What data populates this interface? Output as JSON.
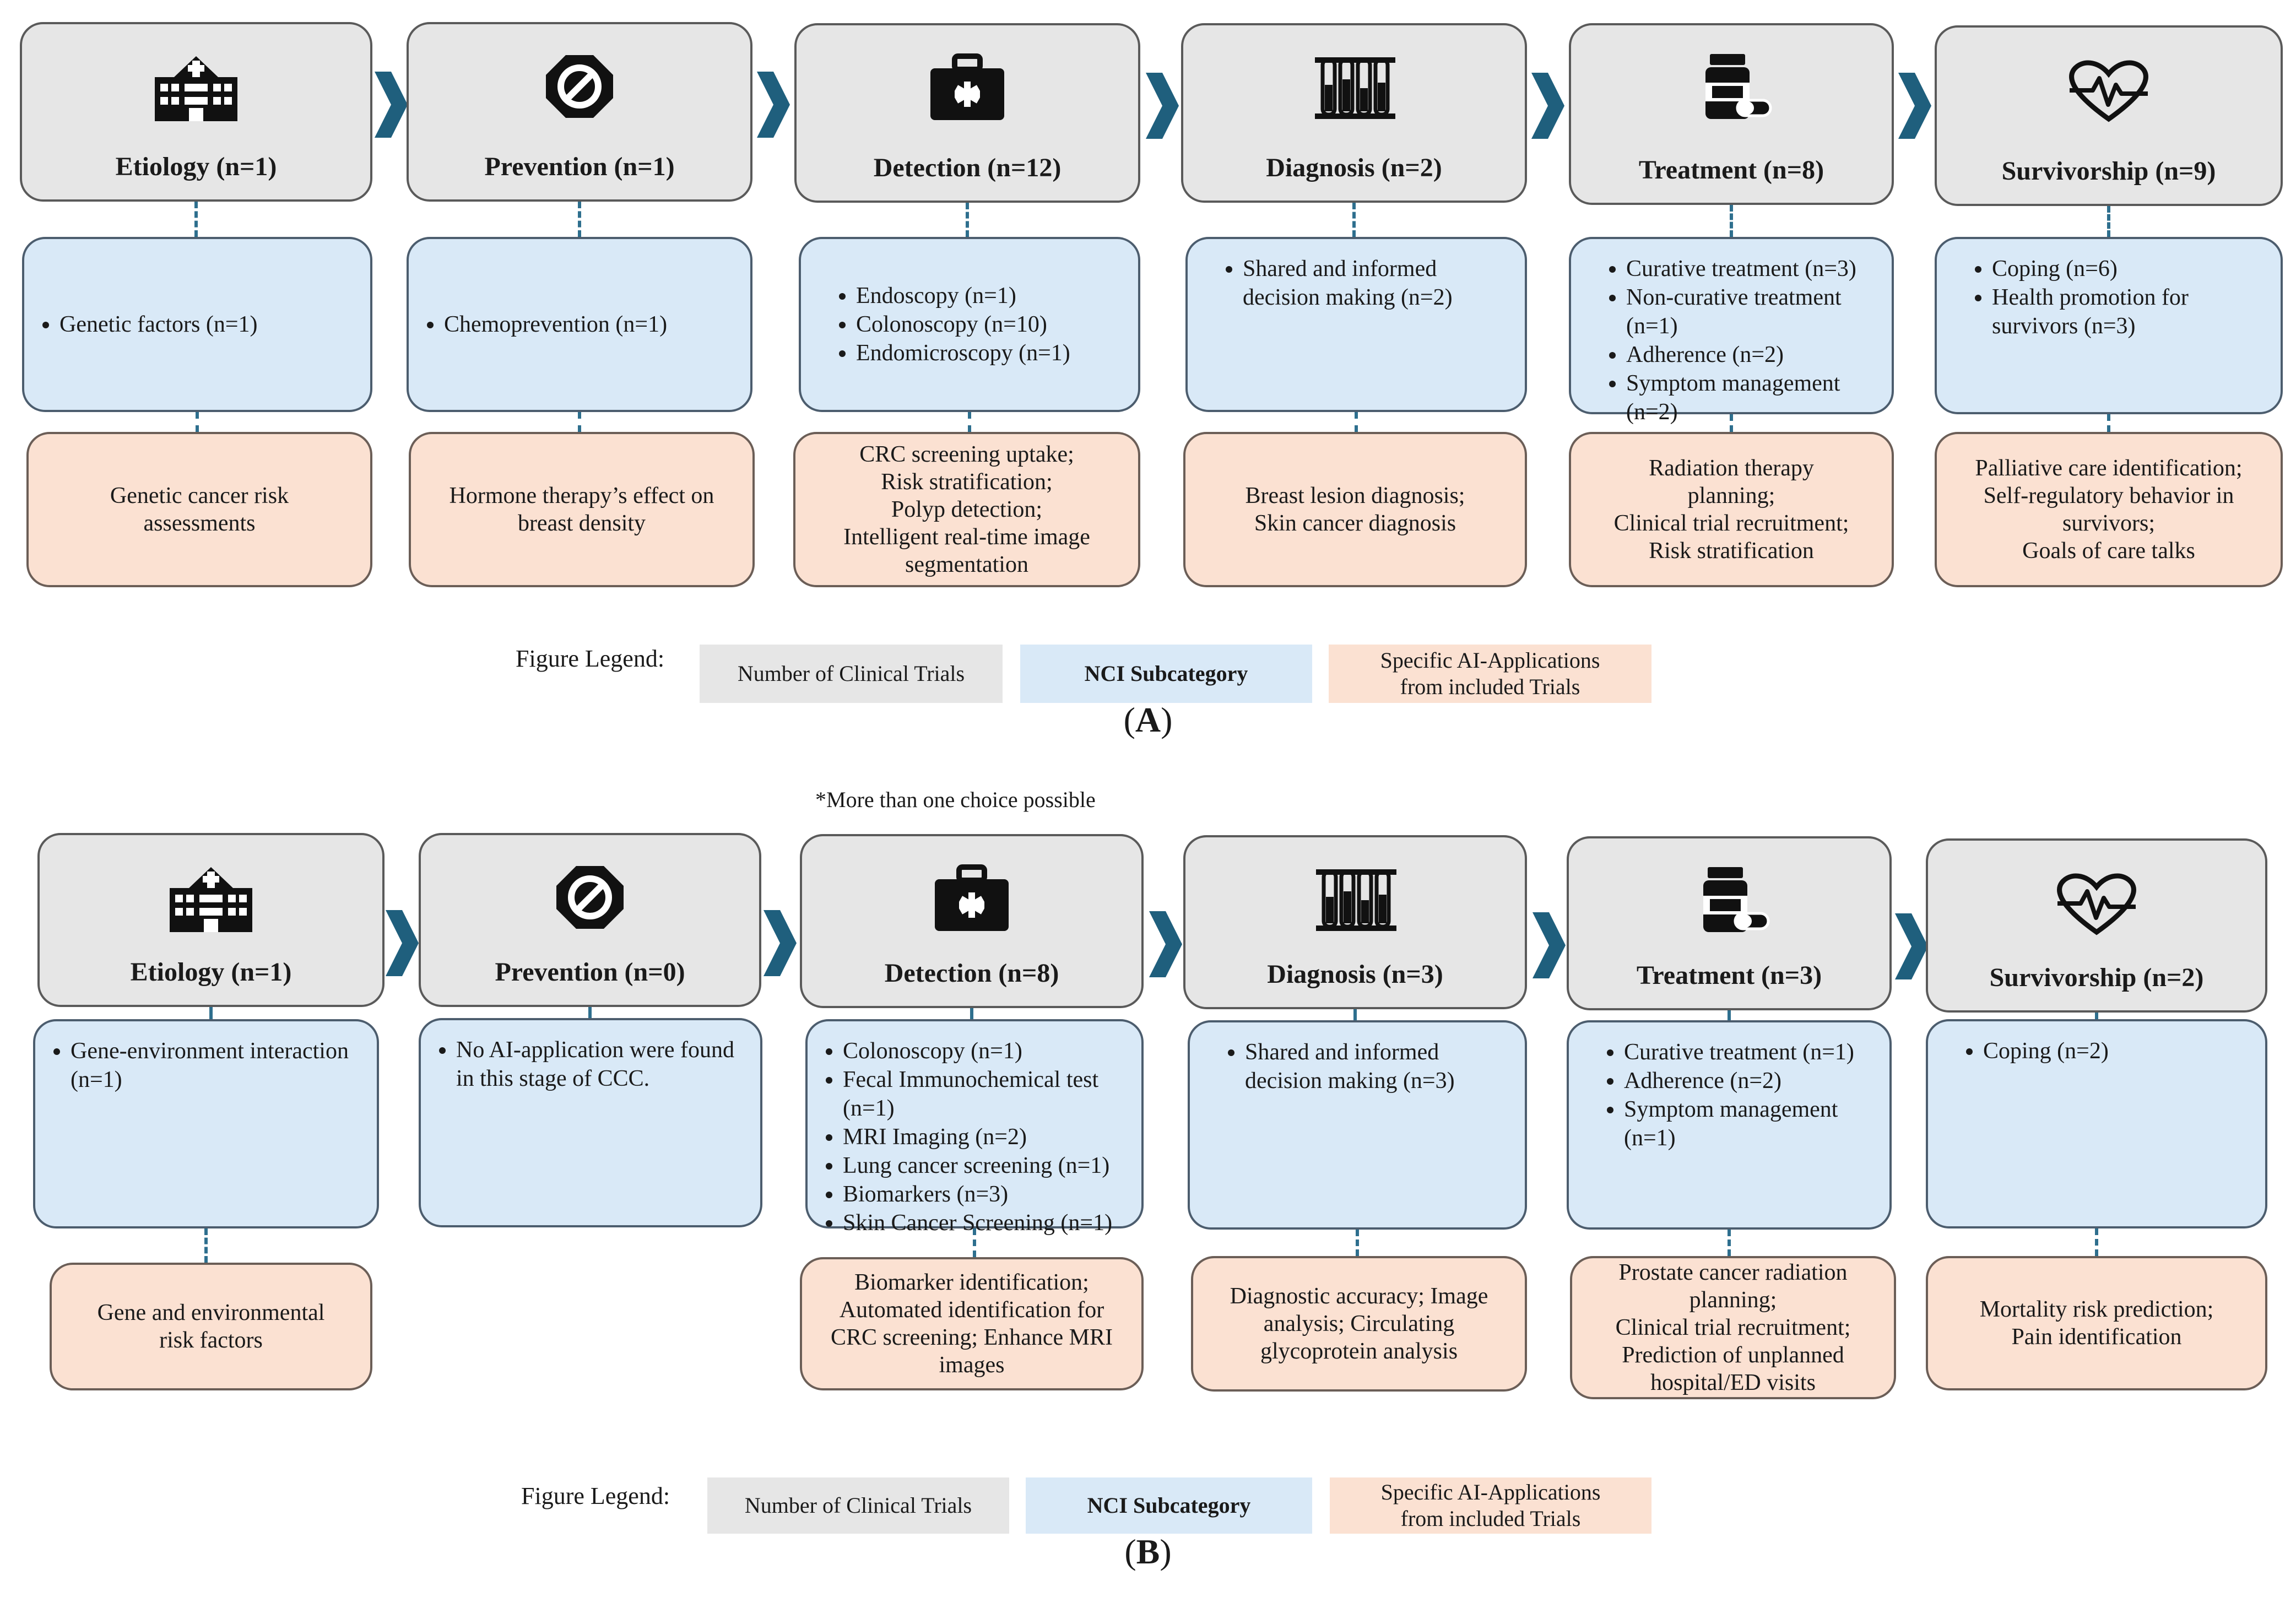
{
  "panelA": {
    "stages": [
      {
        "title": "Etiology (n=1)",
        "icon": "hospital-icon",
        "subs": [
          "Genetic factors (n=1)"
        ],
        "apps": [
          "Genetic cancer risk",
          "assessments"
        ]
      },
      {
        "title": "Prevention (n=1)",
        "icon": "no-entry-icon",
        "subs": [
          "Chemoprevention (n=1)"
        ],
        "apps": [
          "Hormone therapy’s effect on",
          "breast density"
        ]
      },
      {
        "title": "Detection (n=12)",
        "icon": "medical-kit-icon",
        "subs": [
          "Endoscopy (n=1)",
          "Colonoscopy (n=10)",
          "Endomicroscopy (n=1)"
        ],
        "apps": [
          "CRC screening uptake;",
          "Risk stratification;",
          "Polyp detection;",
          "Intelligent real-time image",
          "segmentation"
        ]
      },
      {
        "title": "Diagnosis (n=2)",
        "icon": "test-tubes-icon",
        "subs": [
          "Shared and informed decision making (n=2)"
        ],
        "apps": [
          "Breast lesion diagnosis;",
          "Skin cancer diagnosis"
        ]
      },
      {
        "title": "Treatment (n=8)",
        "icon": "medicine-bottle-icon",
        "subs": [
          "Curative treatment (n=3)",
          "Non-curative treatment (n=1)",
          "Adherence (n=2)",
          "Symptom management (n=2)"
        ],
        "apps": [
          "Radiation therapy",
          "planning;",
          "Clinical trial recruitment;",
          "Risk stratification"
        ]
      },
      {
        "title": "Survivorship (n=9)",
        "icon": "heartbeat-icon",
        "subs": [
          "Coping (n=6)",
          "Health promotion for survivors (n=3)"
        ],
        "apps": [
          "Palliative care identification;",
          "Self-regulatory behavior in",
          "survivors;",
          "Goals of care talks"
        ]
      }
    ],
    "legend": {
      "label": "Figure Legend:",
      "stage": "Number of Clinical Trials",
      "sub": "NCI Subcategory",
      "app1": "Specific AI-Applications",
      "app2": "from included Trials"
    },
    "caption": "A"
  },
  "note": "*More than one choice possible",
  "panelB": {
    "stages": [
      {
        "title": "Etiology (n=1)",
        "icon": "hospital-icon",
        "subs": [
          "Gene-environment interaction (n=1)"
        ],
        "apps": [
          "Gene and environmental",
          "risk factors"
        ]
      },
      {
        "title": "Prevention (n=0)",
        "icon": "no-entry-icon",
        "subs": [
          "No AI-application were found in this stage of CCC."
        ],
        "apps": []
      },
      {
        "title": "Detection (n=8)",
        "icon": "medical-kit-icon",
        "subs": [
          "Colonoscopy (n=1)",
          "Fecal Immunochemical test (n=1)",
          "MRI Imaging (n=2)",
          "Lung cancer screening (n=1)",
          "Biomarkers (n=3)",
          "Skin Cancer Screening (n=1)"
        ],
        "apps": [
          "Biomarker identification;",
          "Automated identification for",
          "CRC screening; Enhance MRI",
          "images"
        ]
      },
      {
        "title": "Diagnosis (n=3)",
        "icon": "test-tubes-icon",
        "subs": [
          "Shared and informed decision making (n=3)"
        ],
        "apps": [
          "Diagnostic accuracy; Image",
          "analysis; Circulating",
          "glycoprotein analysis"
        ]
      },
      {
        "title": "Treatment (n=3)",
        "icon": "medicine-bottle-icon",
        "subs": [
          "Curative treatment (n=1)",
          "Adherence (n=2)",
          "Symptom management (n=1)"
        ],
        "apps": [
          "Prostate cancer radiation",
          "planning;",
          "Clinical trial recruitment;",
          "Prediction of unplanned",
          "hospital/ED visits"
        ]
      },
      {
        "title": "Survivorship (n=2)",
        "icon": "heartbeat-icon",
        "subs": [
          "Coping (n=2)"
        ],
        "apps": [
          "Mortality risk prediction;",
          "Pain identification"
        ]
      }
    ],
    "legend": {
      "label": "Figure Legend:",
      "stage": "Number of Clinical Trials",
      "sub": "NCI Subcategory",
      "app1": "Specific AI-Applications",
      "app2": "from included Trials"
    },
    "caption": "B"
  },
  "colors": {
    "stage": "#e6e6e6",
    "sub": "#d9e9f7",
    "app": "#fbe1d2",
    "arrow": "#1f5f7d",
    "connector": "#2e6f8e"
  }
}
